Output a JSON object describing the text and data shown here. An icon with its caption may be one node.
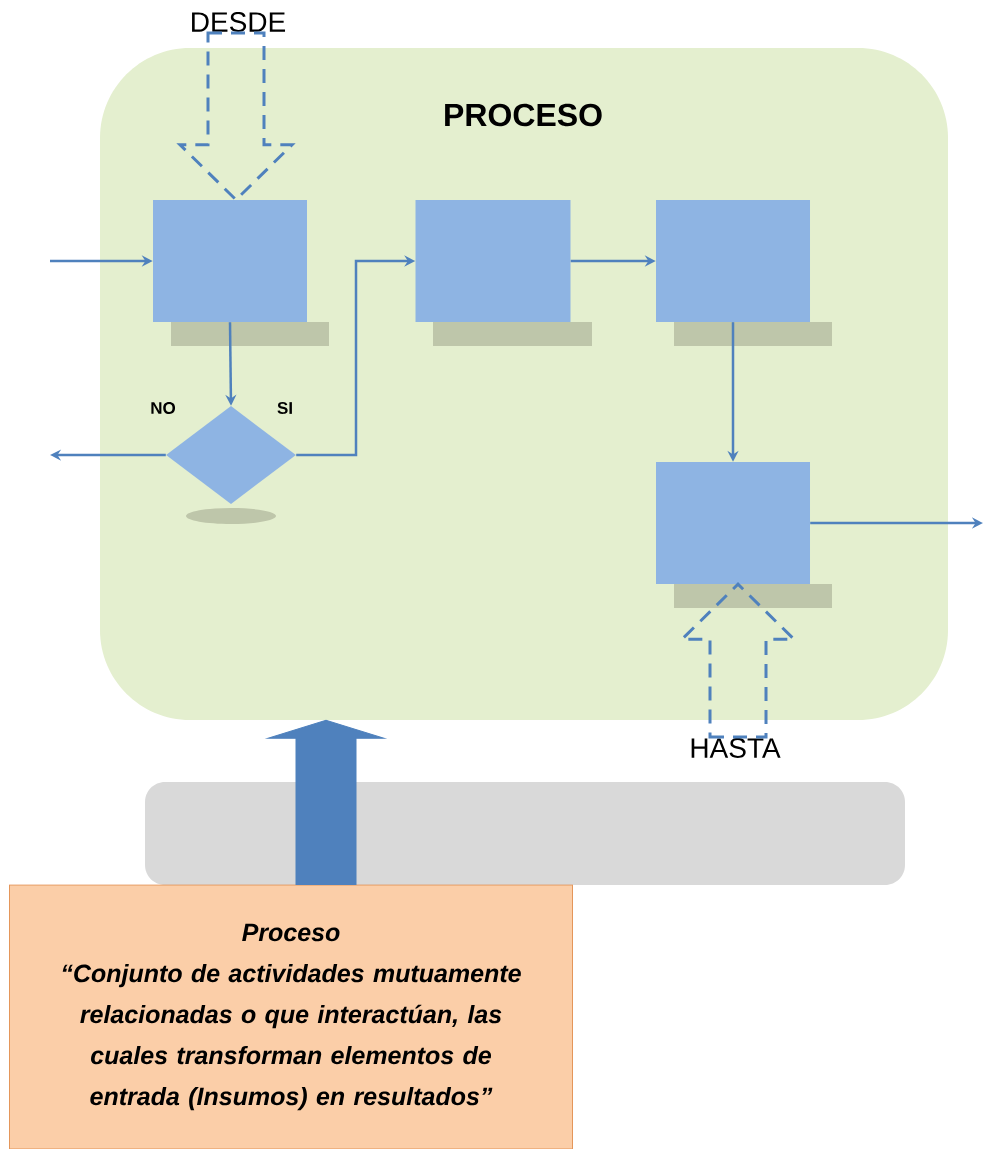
{
  "diagram": {
    "nodes": [
      {
        "text": [
          "DESDE"
        ]
      },
      {
        "text": [
          "PROCESO"
        ]
      },
      {
        "text": [],
        "shape": "box",
        "in": 1
      },
      {
        "text": [],
        "shape": "box",
        "in": 1
      },
      {
        "text": [],
        "shape": "box",
        "in": 1
      },
      {
        "text": [],
        "shape": "diamond",
        "in": 1
      },
      {
        "text": [],
        "shape": "box",
        "in": 1
      },
      {
        "text": [
          "HASTA"
        ]
      },
      {
        "text": [
          "Proceso",
          "“Conjunto de actividades mutuamente relacionadas o que interactúan, las cuales transforman elementos de entrada (Insumos) en resultados”"
        ]
      }
    ],
    "edges": [
      {
        "from": null,
        "to": 2,
        "arrow": "to"
      },
      {
        "from": 2,
        "to": 5,
        "arrow": "to"
      },
      {
        "from": 5,
        "to": null,
        "arrow": "to",
        "label": "NO"
      },
      {
        "from": 5,
        "to": 3,
        "arrow": "to",
        "label": "SI"
      },
      {
        "from": 3,
        "to": 4,
        "arrow": "to"
      },
      {
        "from": 4,
        "to": 6,
        "arrow": "to"
      },
      {
        "from": 6,
        "to": null,
        "arrow": "to"
      },
      {
        "from": 0,
        "to": 2,
        "arrow": "to",
        "style": "dashed"
      },
      {
        "from": 7,
        "to": 6,
        "arrow": "to",
        "style": "dashed"
      },
      {
        "from": 8,
        "to": 1,
        "arrow": "to",
        "style": "thick"
      }
    ]
  }
}
